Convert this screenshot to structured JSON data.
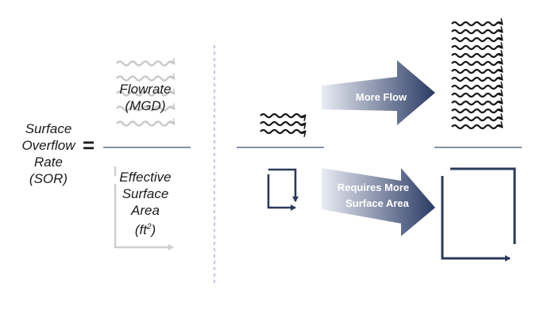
{
  "sor_label": {
    "line1": "Surface",
    "line2": "Overflow",
    "line3": "Rate",
    "line4": "(SOR)"
  },
  "equals": "=",
  "numerator": {
    "line1": "Flowrate",
    "line2": "(MGD)"
  },
  "denominator": {
    "line1": "Effective",
    "line2": "Surface",
    "line3": "Area",
    "line4_base": "(ft",
    "line4_sup": "2",
    "line4_end": ")"
  },
  "arrow_top": {
    "text": "More Flow"
  },
  "arrow_bottom": {
    "line1": "Requires More",
    "line2": "Surface Area"
  },
  "colors": {
    "fraction_line": "#5b6d86",
    "arrow_dark": "#2a3a64",
    "arrow_light": "#e9ecf3",
    "wave_dark": "#1a1a1a",
    "wave_faded": "#c9c9c9",
    "square_dark": "#2a3a5a",
    "dotted_divider": "#c9cbdd"
  }
}
